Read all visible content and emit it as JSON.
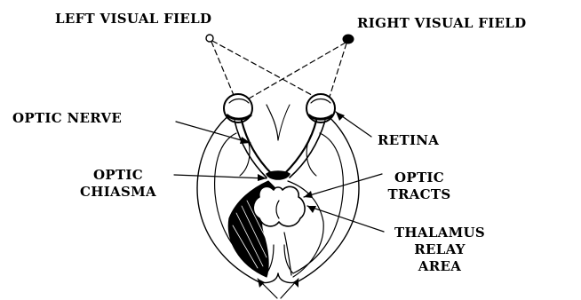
{
  "labels": {
    "left_visual_field": "LEFT VISUAL FIELD",
    "right_visual_field": "RIGHT VISUAL FIELD",
    "optic_nerve": "OPTIC NERVE",
    "retina": "RETINA",
    "optic_chiasma": [
      "OPTIC",
      "CHIASMA"
    ],
    "optic_tracts": [
      "OPTIC",
      "TRACTS"
    ],
    "thalamus": [
      "THALAMUS",
      "RELAY",
      "AREA"
    ]
  },
  "colors": {
    "ink": "#000000",
    "paper": "#ffffff"
  }
}
